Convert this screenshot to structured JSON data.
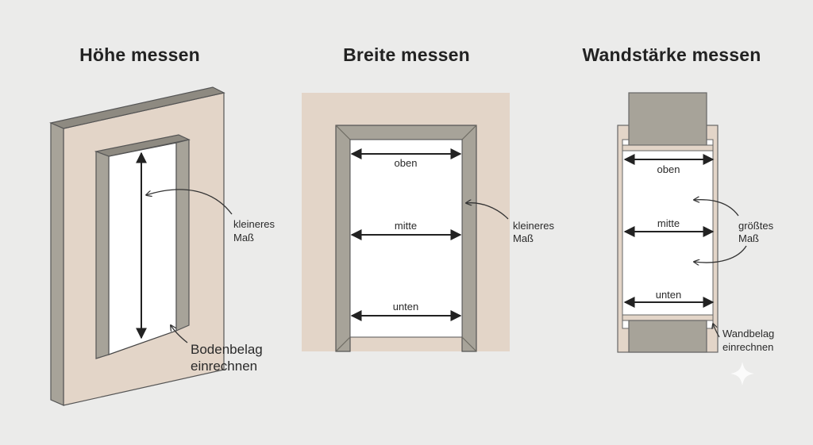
{
  "panels": {
    "height": {
      "title": "Höhe messen",
      "note_lines": [
        "kleineres",
        "Maß"
      ],
      "floor_lines": [
        "Bodenbelag",
        "einrechnen"
      ]
    },
    "width": {
      "title": "Breite messen",
      "measure_labels": [
        "oben",
        "mitte",
        "unten"
      ],
      "note_lines": [
        "kleineres",
        "Maß"
      ]
    },
    "wall": {
      "title": "Wandstärke messen",
      "measure_labels": [
        "oben",
        "mitte",
        "unten"
      ],
      "note_lines": [
        "größtes",
        "Maß"
      ],
      "cover_lines": [
        "Wandbelag",
        "einrechnen"
      ]
    }
  },
  "colors": {
    "background": "#ebebea",
    "wall": "#e3d5c8",
    "frame": "#a7a399",
    "frame_dark": "#8e8a81",
    "opening": "#ffffff",
    "line": "#222222"
  },
  "icons": [
    "sparkle-icon"
  ]
}
